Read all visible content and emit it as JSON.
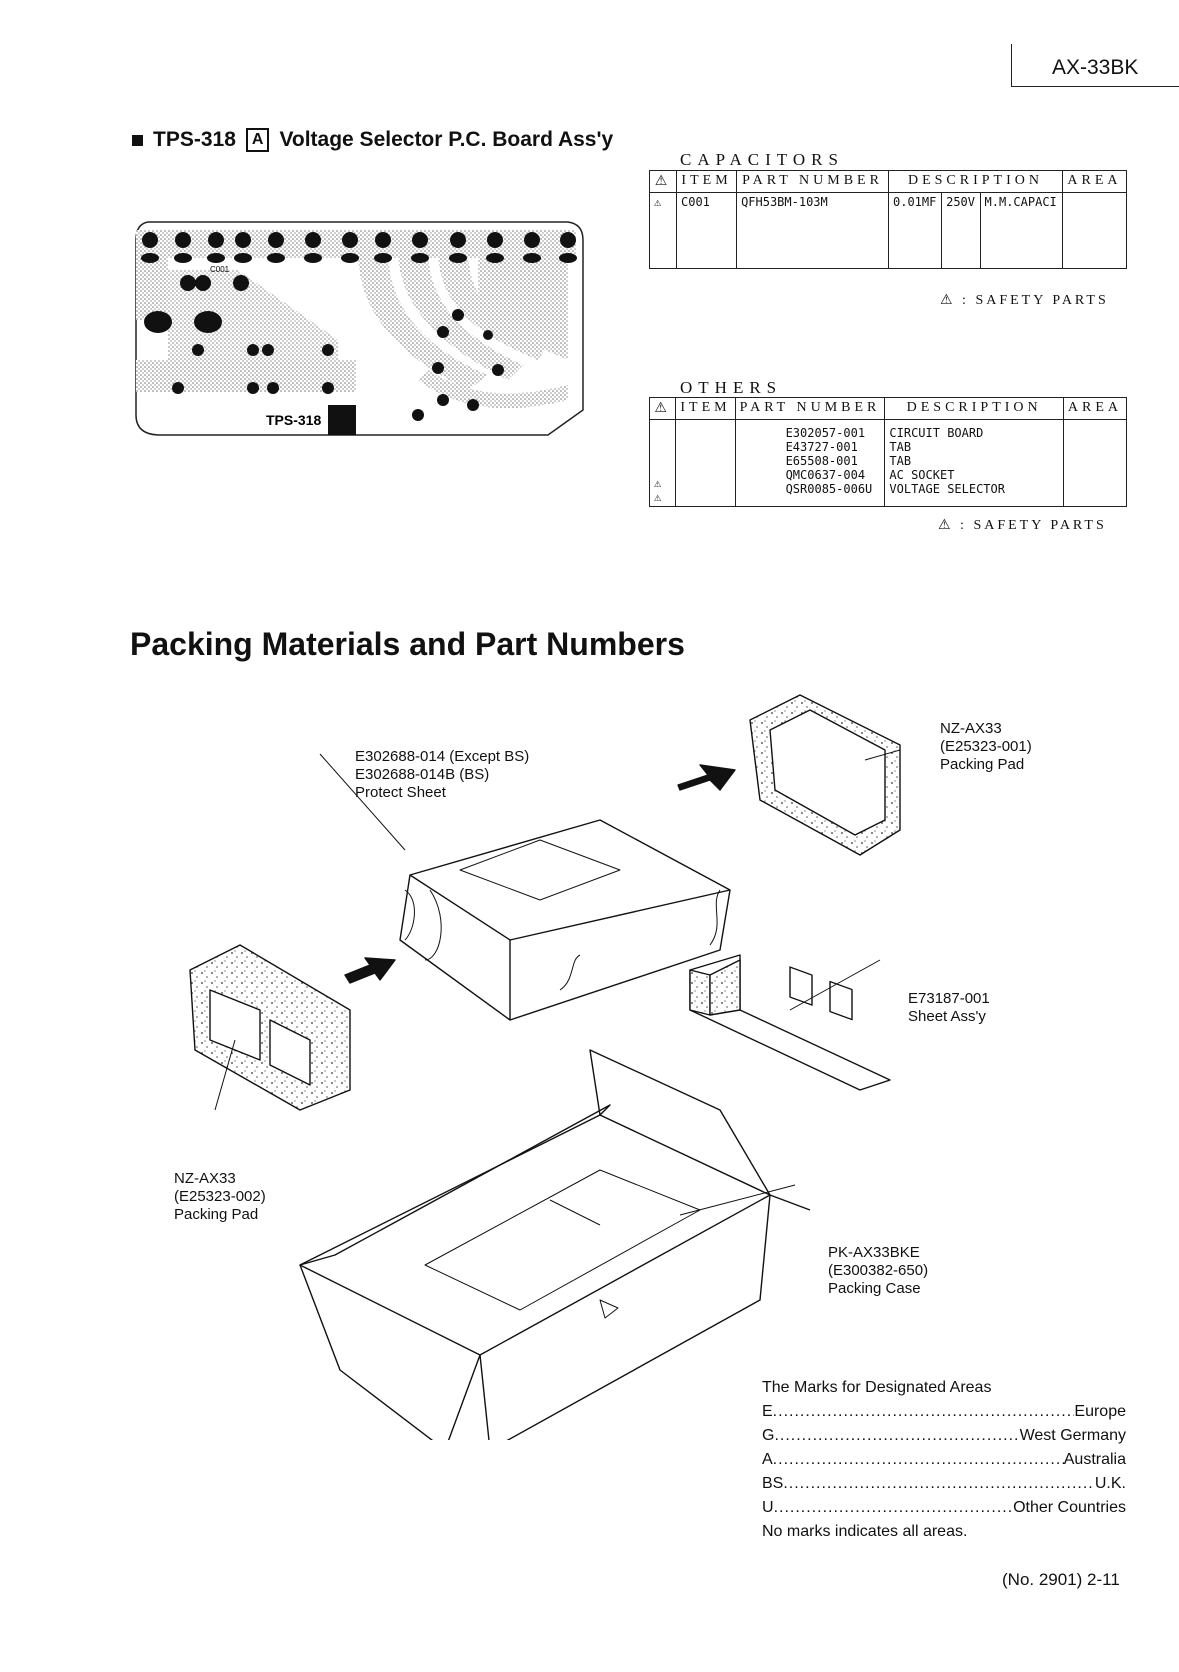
{
  "header": {
    "model": "AX-33BK"
  },
  "board": {
    "bullet_title": "TPS-318",
    "boxed_letter": "A",
    "title_rest": "Voltage Selector P.C. Board Ass'y",
    "board_label": "TPS-318",
    "cap_label": "C001"
  },
  "capacitors": {
    "caption": "CAPACITORS",
    "headers": [
      "ITEM",
      "PART NUMBER",
      "DESCRIPTION",
      "AREA"
    ],
    "rows": [
      {
        "item": "C001",
        "part": "QFH53BM-103M",
        "desc1": "0.01MF",
        "desc2": "250V",
        "desc3": "M.M.CAPACI",
        "area": ""
      }
    ],
    "safety_note": "⚠ : SAFETY PARTS"
  },
  "others": {
    "caption": "OTHERS",
    "headers": [
      "ITEM",
      "PART NUMBER",
      "DESCRIPTION",
      "AREA"
    ],
    "rows": [
      {
        "safety": "",
        "part": "E302057-001",
        "desc": "CIRCUIT BOARD"
      },
      {
        "safety": "",
        "part": "E43727-001",
        "desc": "TAB"
      },
      {
        "safety": "",
        "part": "E65508-001",
        "desc": "TAB"
      },
      {
        "safety": "⚠",
        "part": "QMC0637-004",
        "desc": "AC SOCKET"
      },
      {
        "safety": "⚠",
        "part": "QSR0085-006U",
        "desc": "VOLTAGE SELECTOR"
      }
    ],
    "safety_note": "⚠ : SAFETY PARTS"
  },
  "packing": {
    "title": "Packing Materials and Part Numbers",
    "protect_sheet": [
      "E302688-014 (Except BS)",
      "E302688-014B (BS)",
      "Protect Sheet"
    ],
    "pad_right": [
      "NZ-AX33",
      "(E25323-001)",
      "Packing Pad"
    ],
    "sheet_assy": [
      "E73187-001",
      "Sheet Ass'y"
    ],
    "pad_left": [
      "NZ-AX33",
      "(E25323-002)",
      "Packing Pad"
    ],
    "packing_case": [
      "PK-AX33BKE",
      "(E300382-650)",
      "Packing Case"
    ]
  },
  "marks": {
    "title": "The Marks for Designated Areas",
    "rows": [
      {
        "code": "E",
        "area": "Europe"
      },
      {
        "code": "G",
        "area": "West Germany"
      },
      {
        "code": "A",
        "area": "Australia"
      },
      {
        "code": "BS",
        "area": "U.K."
      },
      {
        "code": "U",
        "area": "Other Countries"
      }
    ],
    "footer": "No marks indicates all areas."
  },
  "footer": {
    "page": "(No. 2901) 2-11"
  }
}
